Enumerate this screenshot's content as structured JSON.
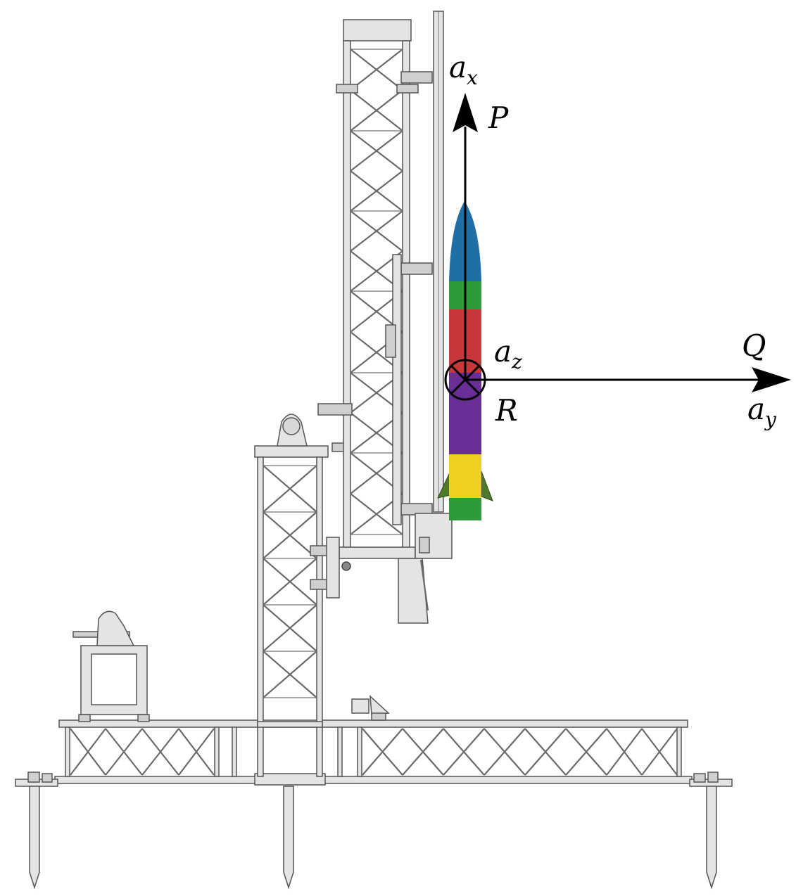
{
  "labels": {
    "P": "P",
    "Q": "Q",
    "R": "R",
    "a_x": {
      "base": "a",
      "sub": "x"
    },
    "a_y": {
      "base": "a",
      "sub": "y"
    },
    "a_z": {
      "base": "a",
      "sub": "z"
    }
  },
  "rocket_sections": [
    {
      "name": "nose-cone",
      "color": "#1f6fa6"
    },
    {
      "name": "band-1",
      "color": "#2e9a3a"
    },
    {
      "name": "band-2",
      "color": "#c8383a"
    },
    {
      "name": "band-3",
      "color": "#6a2f96"
    },
    {
      "name": "band-4",
      "color": "#f0d020"
    },
    {
      "name": "band-5",
      "color": "#2e9a3a"
    }
  ],
  "fin_color": "#4f7a2a",
  "structure_color": "#e4e4e4"
}
